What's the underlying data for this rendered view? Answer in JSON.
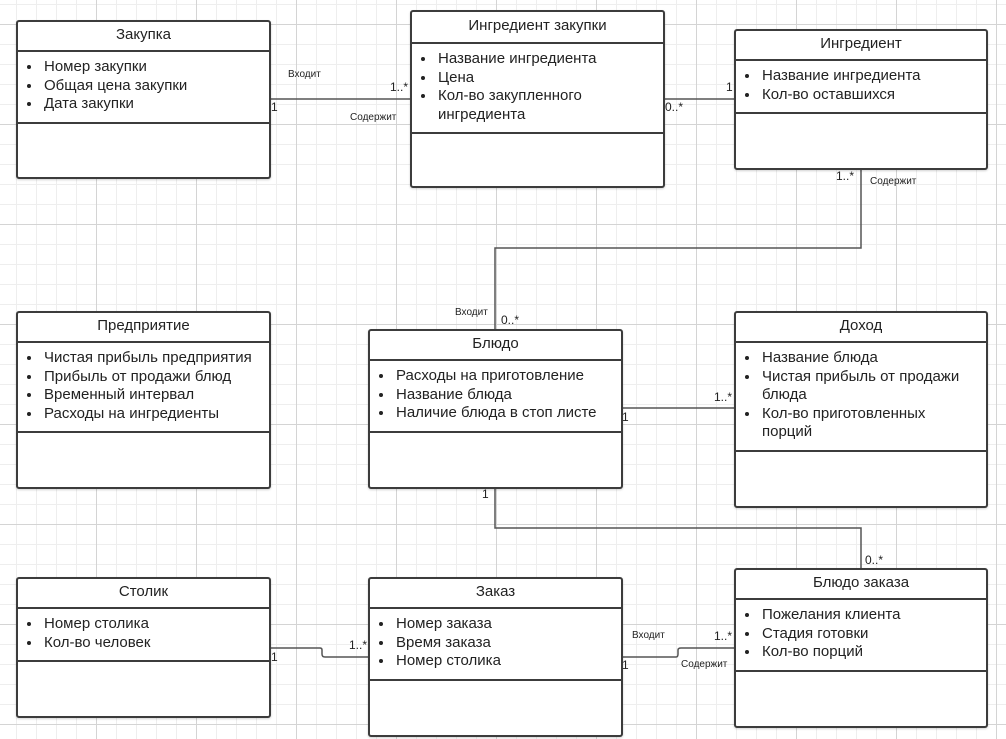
{
  "classes": {
    "zakupka": {
      "title": "Закупка",
      "attributes": [
        "Номер закупки",
        "Общая цена закупки",
        "Дата закупки"
      ]
    },
    "ingredient_zakupki": {
      "title": "Ингредиент закупки",
      "attributes": [
        "Название ингредиента",
        "Цена",
        "Кол-во закупленного ингредиента"
      ]
    },
    "ingredient": {
      "title": "Ингредиент",
      "attributes": [
        "Название ингредиента",
        "Кол-во оставшихся"
      ]
    },
    "predpriyatie": {
      "title": "Предприятие",
      "attributes": [
        "Чистая прибыль предприятия",
        "Прибыль от продажи блюд",
        "Временный интервал",
        "Расходы на ингредиенты"
      ]
    },
    "blyudo": {
      "title": "Блюдо",
      "attributes": [
        "Расходы на приготовление",
        "Название блюда",
        "Наличие блюда в стоп листе"
      ]
    },
    "dokhod": {
      "title": "Доход",
      "attributes": [
        "Название блюда",
        "Чистая прибыль от продажи блюда",
        "Кол-во приготовленных порций"
      ]
    },
    "stolik": {
      "title": "Столик",
      "attributes": [
        "Номер столика",
        "Кол-во человек"
      ]
    },
    "zakaz": {
      "title": "Заказ",
      "attributes": [
        "Номер заказа",
        "Время заказа",
        "Номер столика"
      ]
    },
    "blyudo_zakaza": {
      "title": "Блюдо заказа",
      "attributes": [
        "Пожелания клиента",
        "Стадия готовки",
        "Кол-во порций"
      ]
    }
  },
  "associations": {
    "zakupka_ingr_zakupki": {
      "role_top": "Входит",
      "role_bottom": "Содержит",
      "mult_source": "1",
      "mult_target": "1..*"
    },
    "ingr_zakupki_ingredient": {
      "mult_source": "0..*",
      "mult_target": "1"
    },
    "ingredient_blyudo": {
      "role_top": "Содержит",
      "role_bottom": "Входит",
      "mult_source": "1..*",
      "mult_target": "0..*"
    },
    "blyudo_dokhod": {
      "mult_source": "1",
      "mult_target": "1..*"
    },
    "blyudo_blyudo_zakaza": {
      "mult_source": "1",
      "mult_target": "0..*"
    },
    "stolik_zakaz": {
      "mult_source": "1",
      "mult_target": "1..*"
    },
    "zakaz_blyudo_zakaza": {
      "role_top": "Входит",
      "role_bottom": "Содержит",
      "mult_source": "1",
      "mult_target": "1..*"
    }
  },
  "colors": {
    "border": "#3c3c3c",
    "line": "#555555",
    "grid_major": "#d4d4d4",
    "grid_minor": "#eeeeee"
  }
}
